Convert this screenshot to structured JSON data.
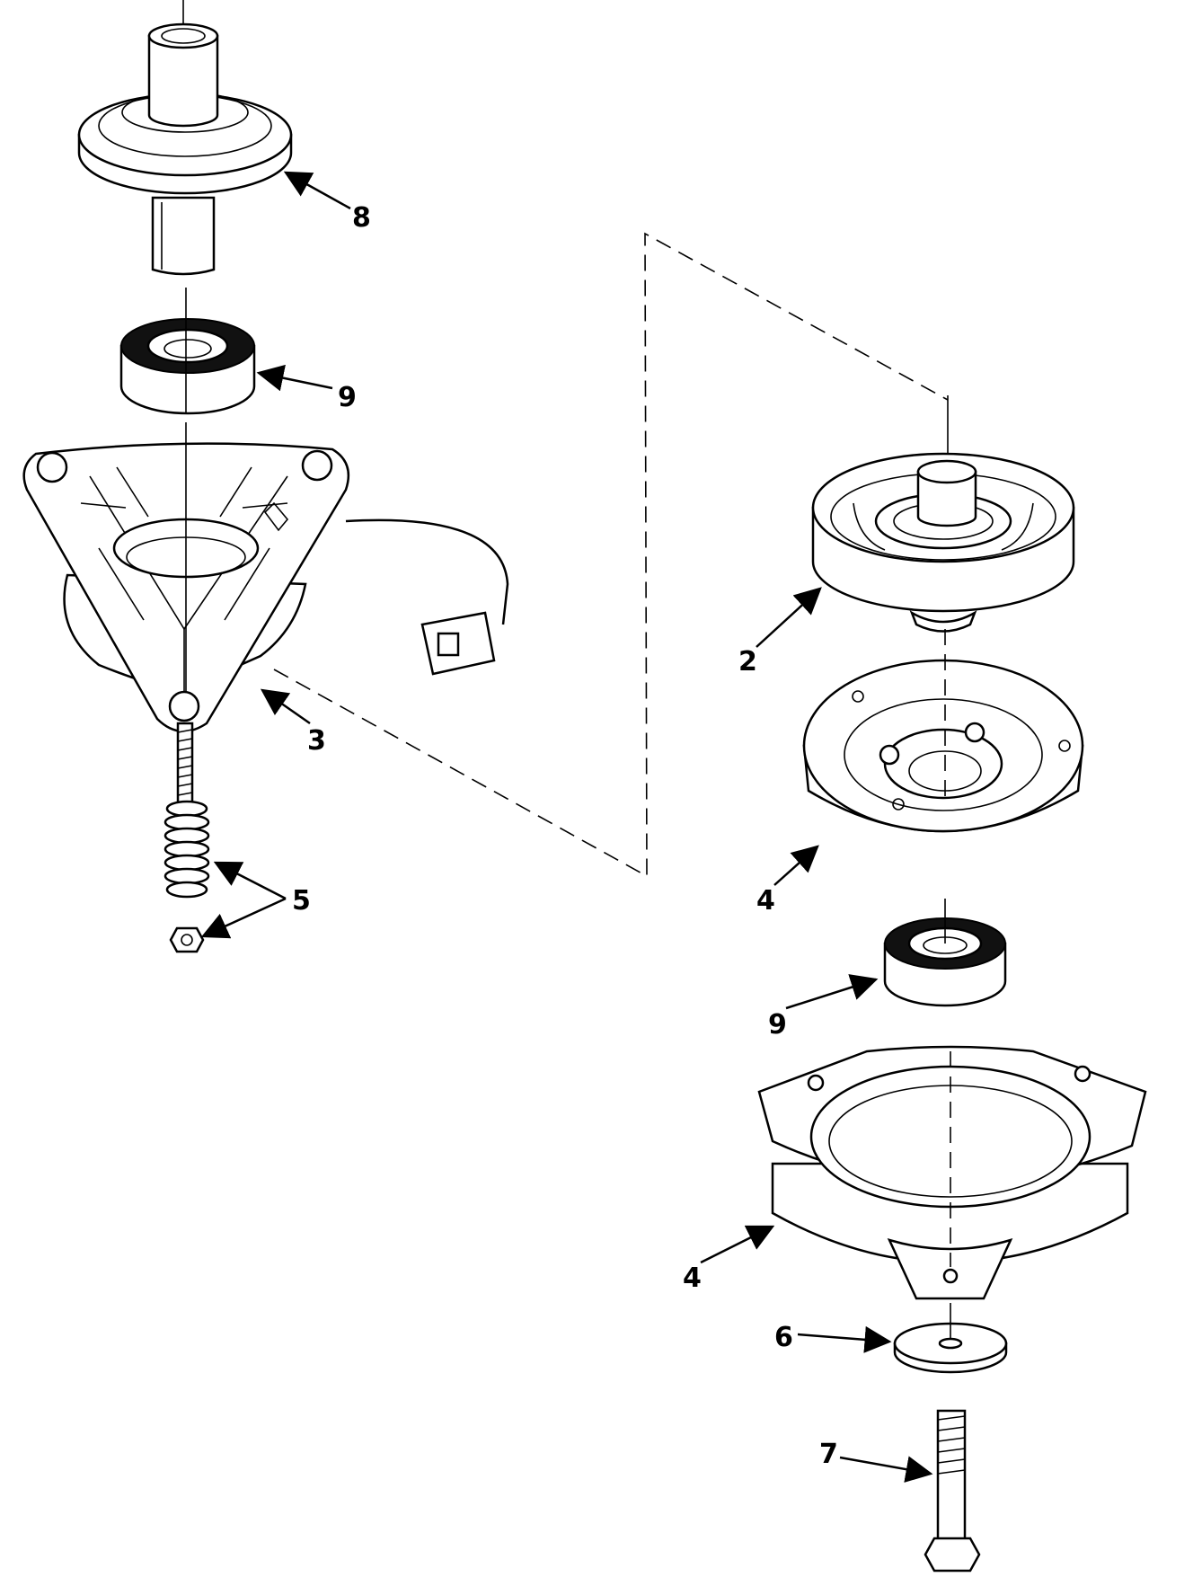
{
  "callouts": {
    "c8": "8",
    "c9_upper": "9",
    "c3": "3",
    "c5": "5",
    "c2": "2",
    "c4_upper": "4",
    "c9_lower": "9",
    "c4_lower": "4",
    "c6": "6",
    "c7": "7"
  },
  "icons": {
    "arrowhead": "arrowhead-icon"
  }
}
